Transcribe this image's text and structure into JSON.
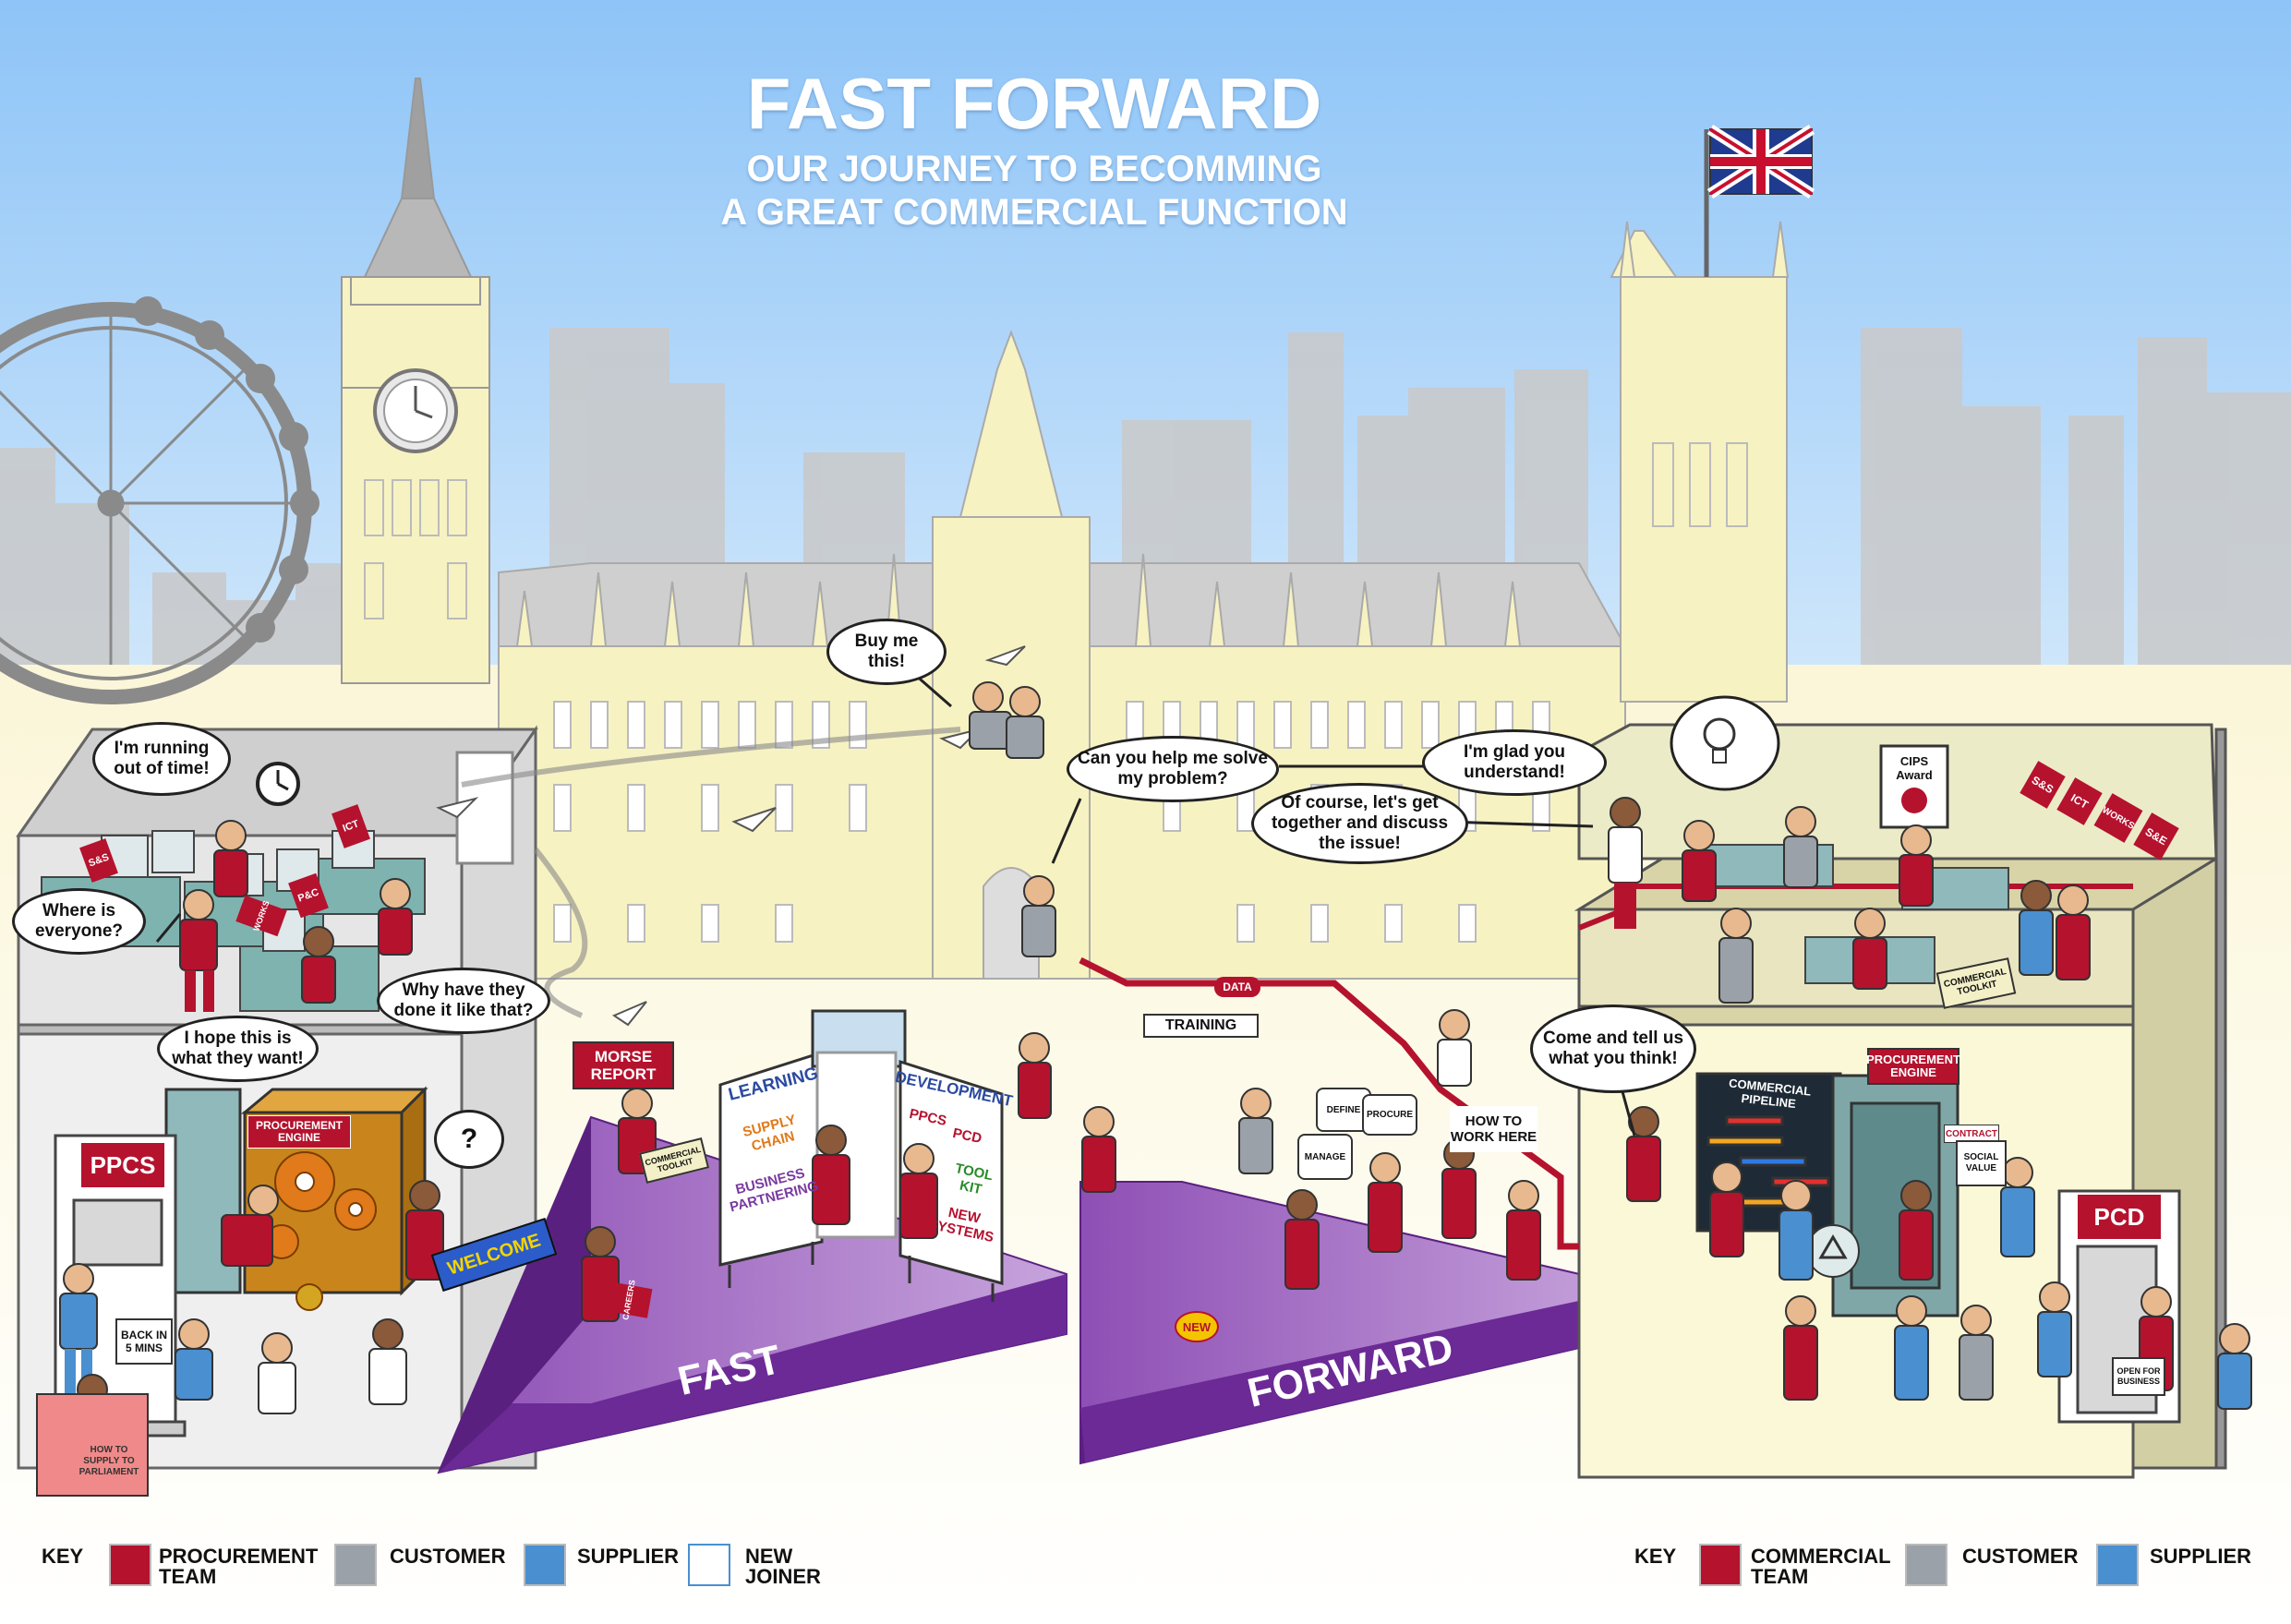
{
  "title": {
    "main": "FAST FORWARD",
    "line1": "OUR JOURNEY TO BECOMMING",
    "line2": "A GREAT COMMERCIAL FUNCTION"
  },
  "bubbles": {
    "buy_me_this": "Buy me this!",
    "running_out": "I'm running out of time!",
    "where_is_everyone": "Where is everyone?",
    "why_have_they": "Why have they done it like that?",
    "hope_this_is": "I hope this is what they want!",
    "question": "?",
    "can_you_help": "Can you help me solve my problem?",
    "glad_you_understand": "I'm glad you understand!",
    "of_course": "Of course, let's get together and discuss the issue!",
    "come_and_tell": "Come and tell us what you think!"
  },
  "signs": {
    "ppcs": "PPCS",
    "procurement_engine_left": "PROCUREMENT ENGINE",
    "back_in_5": "BACK IN 5 MINS",
    "how_to_supply": "HOW TO SUPPLY TO PARLIAMENT",
    "welcome": "WELCOME",
    "morse_report": "MORSE REPORT",
    "commercial_toolkit_left": "COMMERCIAL TOOLKIT",
    "careers": "CAREERS",
    "fast": "FAST",
    "forward": "FORWARD",
    "learning": "LEARNING",
    "supply_chain": "SUPPLY CHAIN",
    "business_partnering": "BUSINESS PARTNERING",
    "development": "DEVELOPMENT",
    "ppcs_small": "PPCS",
    "pcd_small": "PCD",
    "tool_kit": "TOOL KIT",
    "new_systems": "NEW SYSTEMS",
    "training": "TRAINING",
    "data": "DATA",
    "define": "DEFINE",
    "procure": "PROCURE",
    "manage": "MANAGE",
    "how_to_work_here": "HOW TO WORK HERE",
    "new_box": "NEW",
    "cips_award": "CIPS Award",
    "sands": "S&S",
    "ict": "ICT",
    "works": "WORKS",
    "sande": "S&E",
    "pandc": "P&C",
    "commercial_toolkit_right": "COMMERCIAL TOOLKIT",
    "procurement_engine_right": "PROCUREMENT ENGINE",
    "commercial_pipeline": "COMMERCIAL PIPELINE",
    "contract": "CONTRACT",
    "social_value": "SOCIAL VALUE",
    "pcd": "PCD",
    "open_for_business": "OPEN FOR BUSINESS"
  },
  "key_left": {
    "label": "KEY",
    "items": [
      {
        "label": "PROCUREMENT TEAM",
        "color": "#b5122e"
      },
      {
        "label": "CUSTOMER",
        "color": "#9aa1a8"
      },
      {
        "label": "SUPPLIER",
        "color": "#4a8fd0"
      },
      {
        "label": "NEW JOINER",
        "color": "#ffffff"
      }
    ]
  },
  "key_right": {
    "label": "KEY",
    "items": [
      {
        "label": "COMMERCIAL TEAM",
        "color": "#b5122e"
      },
      {
        "label": "CUSTOMER",
        "color": "#9aa1a8"
      },
      {
        "label": "SUPPLIER",
        "color": "#4a8fd0"
      }
    ]
  },
  "colors": {
    "sky_top": "#8ec4f7",
    "building": "#f7f2c2",
    "purple": "#7a3ba0",
    "team_red": "#b5122e",
    "skyline_grey": "#c8c8c8"
  },
  "icons": [
    "london-eye-icon",
    "big-ben-clock-icon",
    "union-jack-flag-icon",
    "clock-icon",
    "lightbulb-icon",
    "paper-plane-icon",
    "gear-icon",
    "recycle-icon",
    "award-rosette-icon"
  ]
}
